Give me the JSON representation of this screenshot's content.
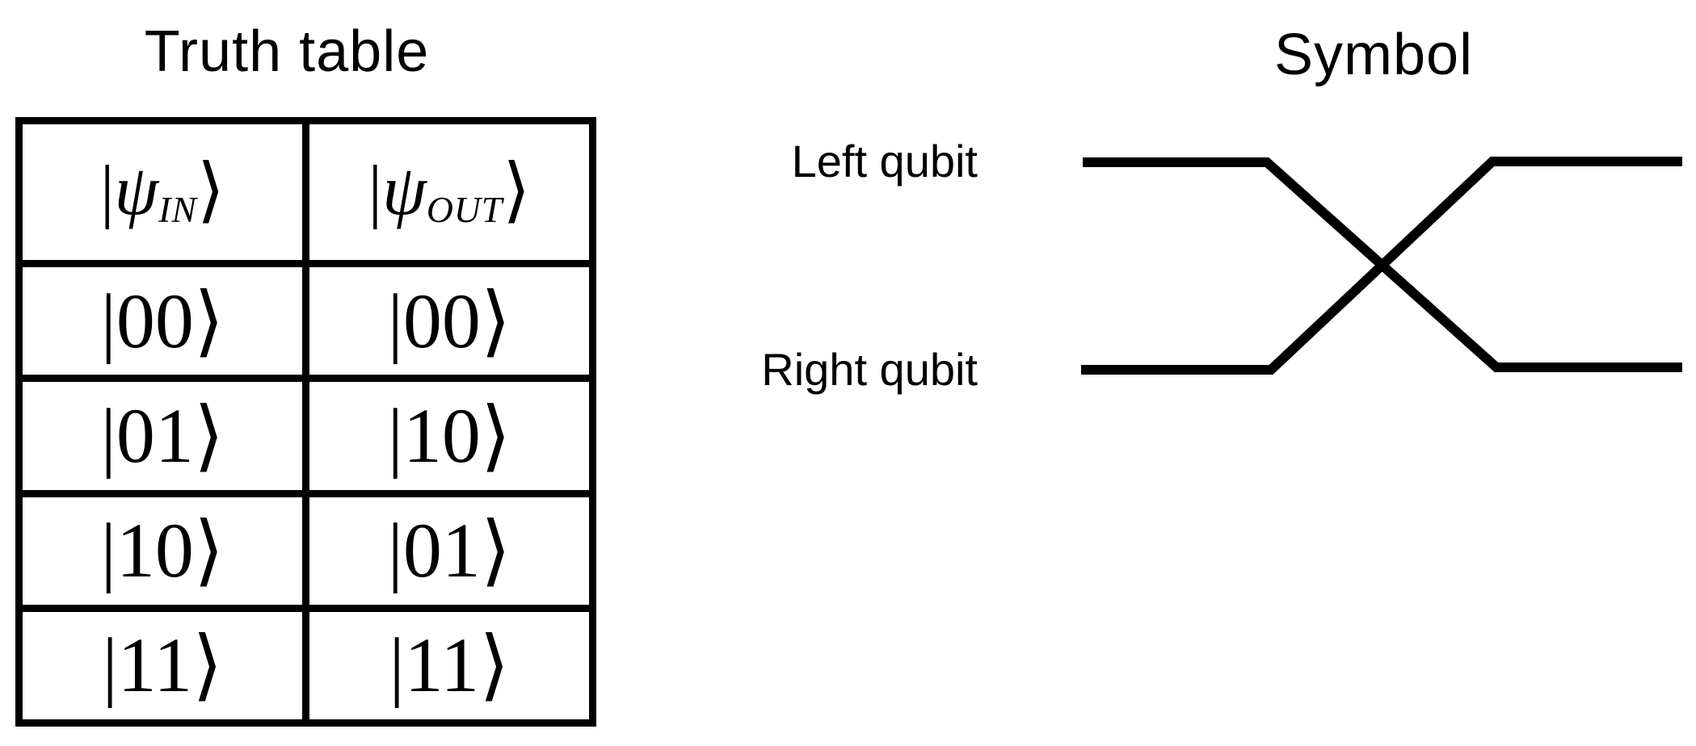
{
  "page": {
    "background_color": "#ffffff",
    "ink_color": "#000000"
  },
  "truth_table": {
    "title": "Truth table",
    "header": {
      "in": {
        "open": "|",
        "psi": "ψ",
        "subscript": "IN",
        "close": "⟩"
      },
      "out": {
        "open": "|",
        "psi": "ψ",
        "subscript": "OUT",
        "close": "⟩"
      }
    },
    "rows": [
      {
        "in": "|00⟩",
        "out": "|00⟩"
      },
      {
        "in": "|01⟩",
        "out": "|10⟩"
      },
      {
        "in": "|10⟩",
        "out": "|01⟩"
      },
      {
        "in": "|11⟩",
        "out": "|11⟩"
      }
    ]
  },
  "symbol": {
    "title": "Symbol",
    "left_qubit_label": "Left qubit",
    "right_qubit_label": "Right qubit"
  }
}
